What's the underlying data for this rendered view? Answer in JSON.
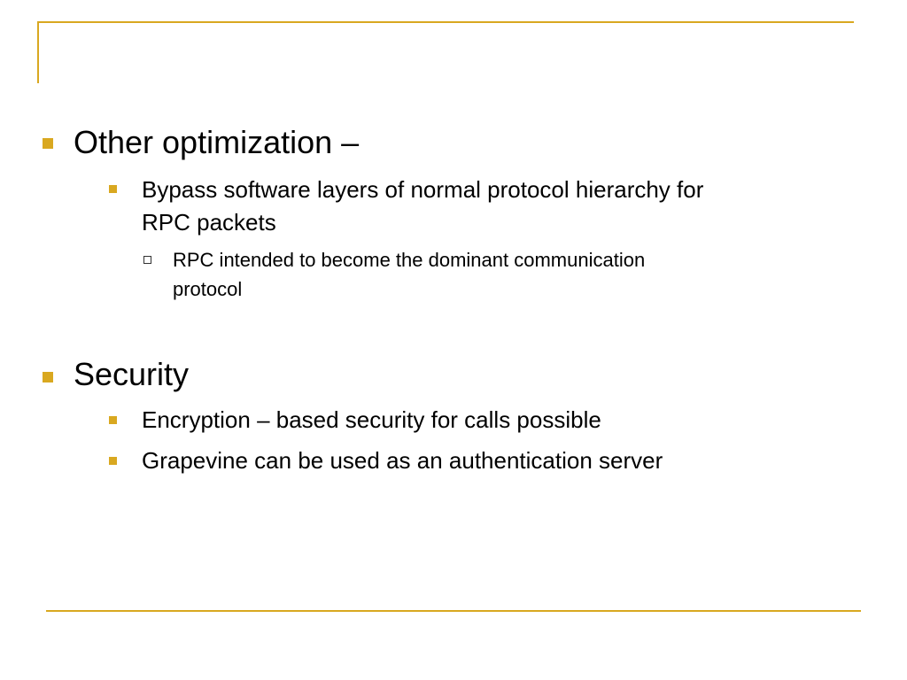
{
  "slide": {
    "sections": [
      {
        "heading": "Other optimization –",
        "items": [
          {
            "text_line1": "Bypass software layers of normal protocol hierarchy for",
            "text_line2": "RPC packets",
            "subitems": [
              {
                "text_line1": "RPC intended to become the dominant communication",
                "text_line2": "protocol"
              }
            ]
          }
        ]
      },
      {
        "heading": "Security",
        "items": [
          {
            "text_line1": "Encryption – based security for calls possible"
          },
          {
            "text_line1": "Grapevine can be used as an authentication server"
          }
        ]
      }
    ]
  },
  "colors": {
    "accent": "#d9a820",
    "text": "#000000",
    "background": "#ffffff"
  }
}
